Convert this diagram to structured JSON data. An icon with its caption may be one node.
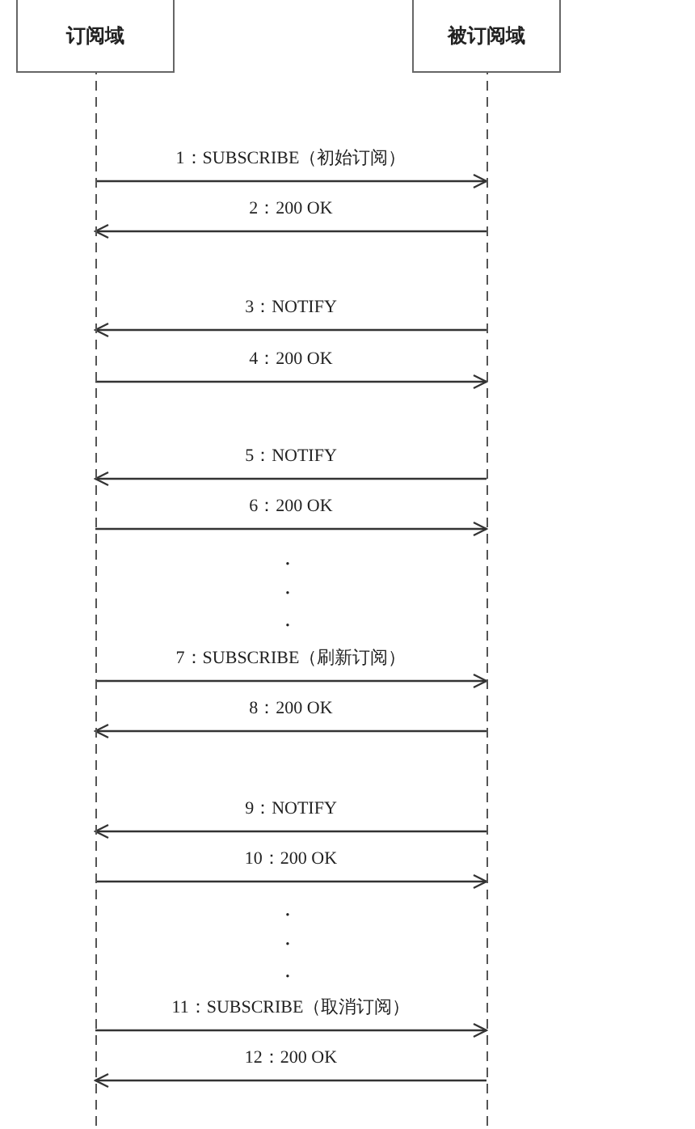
{
  "diagram": {
    "nodes": [
      {
        "text": [
          "订阅域"
        ]
      },
      {
        "text": [
          "被订阅域"
        ]
      }
    ],
    "edges": [
      {
        "from": 0,
        "to": 1,
        "arrow": "to",
        "label": "1：SUBSCRIBE（初始订阅）"
      },
      {
        "from": 1,
        "to": 0,
        "arrow": "to",
        "label": "2：200 OK"
      },
      {
        "from": 1,
        "to": 0,
        "arrow": "to",
        "label": "3：NOTIFY"
      },
      {
        "from": 0,
        "to": 1,
        "arrow": "to",
        "label": "4：200 OK"
      },
      {
        "from": 1,
        "to": 0,
        "arrow": "to",
        "label": "5：NOTIFY"
      },
      {
        "from": 0,
        "to": 1,
        "arrow": "to",
        "label": "6：200 OK"
      },
      {
        "from": 0,
        "to": 1,
        "arrow": "to",
        "label": "7：SUBSCRIBE（刷新订阅）"
      },
      {
        "from": 1,
        "to": 0,
        "arrow": "to",
        "label": "8：200 OK"
      },
      {
        "from": 1,
        "to": 0,
        "arrow": "to",
        "label": "9：NOTIFY"
      },
      {
        "from": 0,
        "to": 1,
        "arrow": "to",
        "label": "10：200 OK"
      },
      {
        "from": 0,
        "to": 1,
        "arrow": "to",
        "label": "11：SUBSCRIBE（取消订阅）"
      },
      {
        "from": 1,
        "to": 0,
        "arrow": "to",
        "label": "12：200 OK"
      }
    ],
    "labels": [
      "·",
      "·",
      "·",
      "·",
      "·",
      "·"
    ]
  }
}
